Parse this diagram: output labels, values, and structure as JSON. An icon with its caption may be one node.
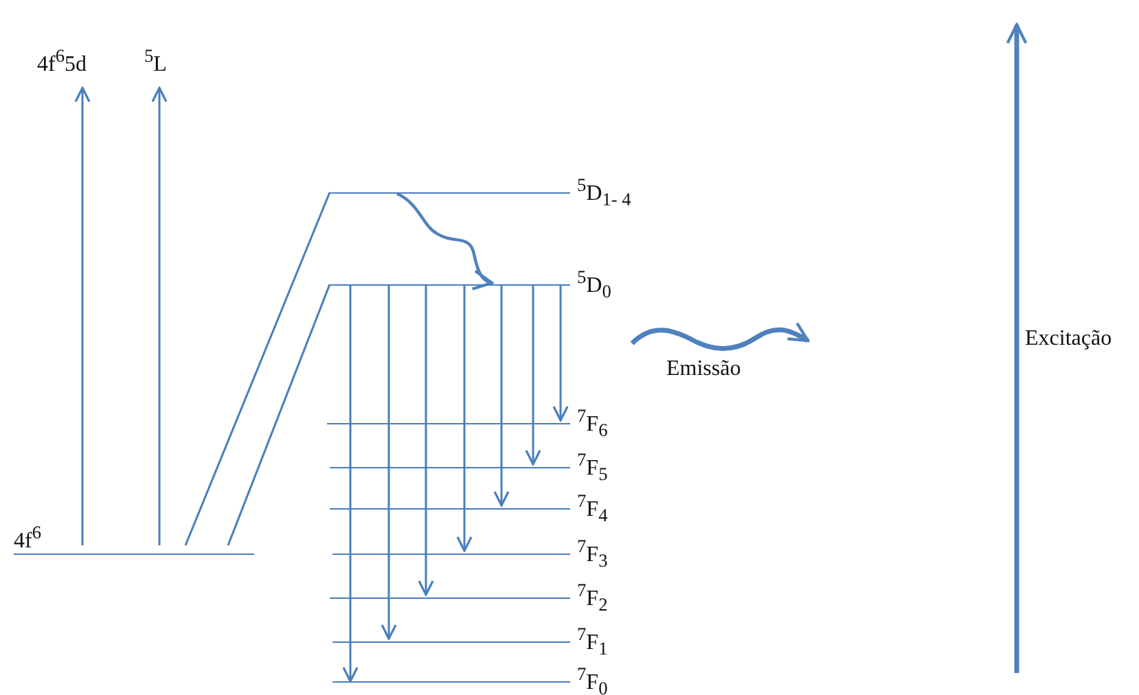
{
  "diagram": {
    "nodes": [
      {
        "text": [
          "4f$^{6}$"
        ]
      },
      {
        "text": [
          "4f$^{6}$5d"
        ]
      },
      {
        "text": [
          "$^{5}$L"
        ]
      },
      {
        "text": [
          "$^{5}$D$_{1- 4}$"
        ]
      },
      {
        "text": [
          "$^{5}$D$_{0}$"
        ]
      },
      {
        "text": [
          "$^{7}$F$_{6}$"
        ]
      },
      {
        "text": [
          "$^{7}$F$_{5}$"
        ]
      },
      {
        "text": [
          "$^{7}$F$_{4}$"
        ]
      },
      {
        "text": [
          "$^{7}$F$_{3}$"
        ]
      },
      {
        "text": [
          "$^{7}$F$_{2}$"
        ]
      },
      {
        "text": [
          "$^{7}$F$_{1}$"
        ]
      },
      {
        "text": [
          "$^{7}$F$_{0}$"
        ]
      }
    ],
    "edges": [
      {
        "from": 0,
        "to": 1,
        "arrow": "to"
      },
      {
        "from": 0,
        "to": 2,
        "arrow": "to"
      },
      {
        "from": 0,
        "to": 3,
        "arrow": "none"
      },
      {
        "from": 0,
        "to": 4,
        "arrow": "none"
      },
      {
        "from": 3,
        "to": 4,
        "arrow": "to"
      },
      {
        "from": 4,
        "to": 5,
        "arrow": "to"
      },
      {
        "from": 4,
        "to": 6,
        "arrow": "to"
      },
      {
        "from": 4,
        "to": 7,
        "arrow": "to"
      },
      {
        "from": 4,
        "to": 8,
        "arrow": "to"
      },
      {
        "from": 4,
        "to": 9,
        "arrow": "to"
      },
      {
        "from": 4,
        "to": 10,
        "arrow": "to"
      },
      {
        "from": 4,
        "to": 11,
        "arrow": "to"
      }
    ],
    "labels": [
      "Emissão",
      "Excitação"
    ]
  }
}
